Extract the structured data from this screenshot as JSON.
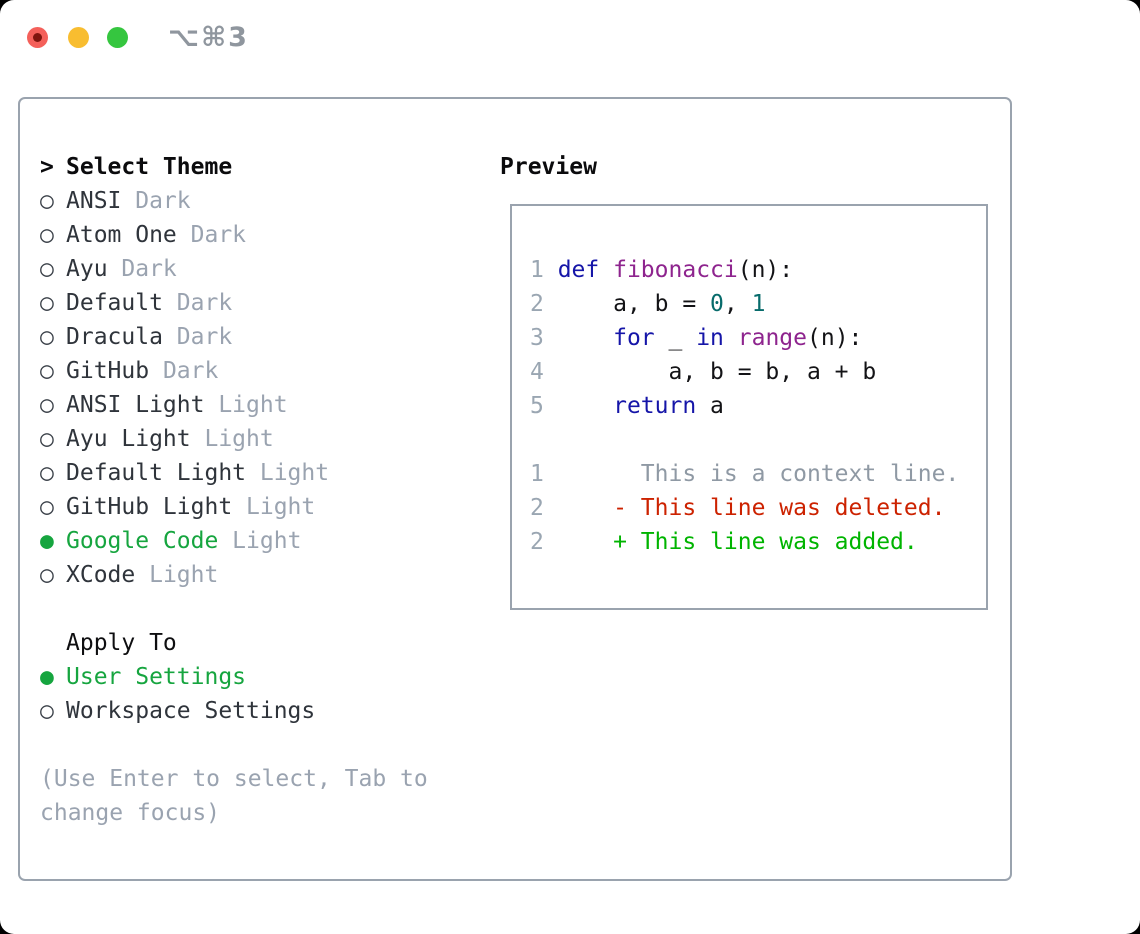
{
  "window": {
    "title": "⌥⌘3"
  },
  "markers": {
    "selected": "●",
    "unselected": "○",
    "focus_prefix": ">"
  },
  "panel": {
    "select_theme": {
      "header_label": "Select Theme",
      "items": [
        {
          "name": "ANSI",
          "variant": "Dark",
          "selected": false
        },
        {
          "name": "Atom One",
          "variant": "Dark",
          "selected": false
        },
        {
          "name": "Ayu",
          "variant": "Dark",
          "selected": false
        },
        {
          "name": "Default",
          "variant": "Dark",
          "selected": false
        },
        {
          "name": "Dracula",
          "variant": "Dark",
          "selected": false
        },
        {
          "name": "GitHub",
          "variant": "Dark",
          "selected": false
        },
        {
          "name": "ANSI Light",
          "variant": "Light",
          "selected": false
        },
        {
          "name": "Ayu Light",
          "variant": "Light",
          "selected": false
        },
        {
          "name": "Default Light",
          "variant": "Light",
          "selected": false
        },
        {
          "name": "GitHub Light",
          "variant": "Light",
          "selected": false
        },
        {
          "name": "Google Code",
          "variant": "Light",
          "selected": true
        },
        {
          "name": "XCode",
          "variant": "Light",
          "selected": false
        }
      ]
    },
    "apply_to": {
      "label": "Apply To",
      "options": [
        {
          "label": "User Settings",
          "selected": true
        },
        {
          "label": "Workspace Settings",
          "selected": false
        }
      ]
    },
    "hint_lines": [
      "(Use Enter to select, Tab to",
      "change focus)"
    ],
    "preview": {
      "title": "Preview",
      "lines": [
        [
          [
            "1 ",
            "ln"
          ],
          [
            "def",
            "kw"
          ],
          [
            " ",
            "pl"
          ],
          [
            "fibonacci",
            "fn"
          ],
          [
            "(n):",
            "pl"
          ]
        ],
        [
          [
            "2 ",
            "ln"
          ],
          [
            "    a, b = ",
            "pl"
          ],
          [
            "0",
            "lit"
          ],
          [
            ", ",
            "pl"
          ],
          [
            "1",
            "lit"
          ]
        ],
        [
          [
            "3 ",
            "ln"
          ],
          [
            "    ",
            "pl"
          ],
          [
            "for",
            "kw"
          ],
          [
            " _ ",
            "pl"
          ],
          [
            "in",
            "kw"
          ],
          [
            " ",
            "pl"
          ],
          [
            "range",
            "fn"
          ],
          [
            "(n):",
            "pl"
          ]
        ],
        [
          [
            "4 ",
            "ln"
          ],
          [
            "        a, b = b, a + b",
            "pl"
          ]
        ],
        [
          [
            "5 ",
            "ln"
          ],
          [
            "    ",
            "pl"
          ],
          [
            "return",
            "kw"
          ],
          [
            " a",
            "pl"
          ]
        ],
        [],
        [
          [
            "1",
            "ln"
          ],
          [
            "       This is a context line.",
            "ctx"
          ]
        ],
        [
          [
            "2",
            "ln"
          ],
          [
            "     ",
            "pl"
          ],
          [
            "- This line was deleted.",
            "del"
          ]
        ],
        [
          [
            "2",
            "ln"
          ],
          [
            "     ",
            "pl"
          ],
          [
            "+ This line was added.",
            "add"
          ]
        ]
      ]
    }
  },
  "colors": {
    "ui_selected_green": "#16a53f",
    "item_text": "#2f343b",
    "muted_gray": "#9aa3b0",
    "heading_black": "#0b0b0d",
    "border_gray": "#9aa3ae",
    "code_keyword": "#1515a8",
    "code_function": "#8e248e",
    "code_literal": "#076b6b",
    "code_plain": "#131316",
    "line_number_gray": "#9aa6b2",
    "diff_context_gray": "#8f99a4",
    "diff_deleted_red": "#cc2200",
    "diff_added_green": "#00b400",
    "traffic_red": "#f4605a",
    "traffic_yellow": "#f8bd30",
    "traffic_green": "#35c63f",
    "title_gray": "#8f969e"
  }
}
